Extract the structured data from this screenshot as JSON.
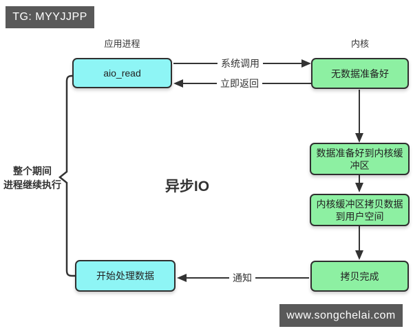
{
  "badges": {
    "top": "TG: MYYJJPP",
    "bottom": "www.songchelai.com"
  },
  "diagram": {
    "title": "异步IO",
    "column_labels": {
      "app": "应用进程",
      "kernel": "内核"
    },
    "side_note": {
      "line1": "整个期间",
      "line2": "进程继续执行"
    },
    "nodes": {
      "aio_read": "aio_read",
      "no_data": "无数据准备好",
      "data_ready": "数据准备好到内核缓\n冲区",
      "copy_to_user": "内核缓冲区拷贝数据\n到用户空间",
      "copy_done": "拷贝完成",
      "process_data": "开始处理数据"
    },
    "edges": {
      "syscall": "系统调用",
      "immediate_return": "立即返回",
      "notify": "通知"
    },
    "colors": {
      "app_node": "#8ef5f5",
      "kernel_node": "#8df0a2",
      "node_border": "#2f2f2f",
      "badge_bg": "#595959",
      "arrow": "#333333"
    }
  }
}
